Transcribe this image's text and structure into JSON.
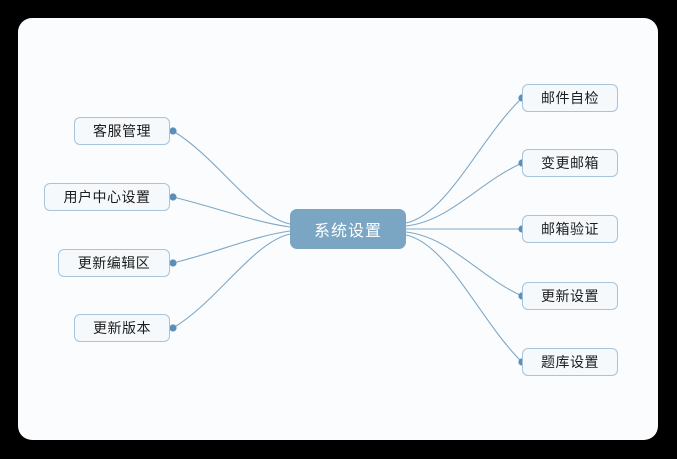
{
  "diagram": {
    "type": "mindmap",
    "title": "系统设置",
    "canvas": {
      "background_color": "#fbfcfd",
      "page_background_color": "#000000",
      "corner_radius": "14px"
    },
    "colors": {
      "center_fill": "#7aa6c4",
      "center_text": "#ffffff",
      "leaf_fill": "#f5f9fc",
      "leaf_border": "#a6c4db",
      "leaf_text": "#1c1c1c",
      "edge_stroke": "#7fa8c6",
      "connector_dot": "#5b8fb8"
    },
    "center": {
      "label": "系统设置"
    },
    "branches": {
      "left": [
        {
          "label": "客服管理"
        },
        {
          "label": "用户中心设置"
        },
        {
          "label": "更新编辑区"
        },
        {
          "label": "更新版本"
        }
      ],
      "right": [
        {
          "label": "邮件自检"
        },
        {
          "label": "变更邮箱"
        },
        {
          "label": "邮箱验证"
        },
        {
          "label": "更新设置"
        },
        {
          "label": "题库设置"
        }
      ]
    }
  }
}
